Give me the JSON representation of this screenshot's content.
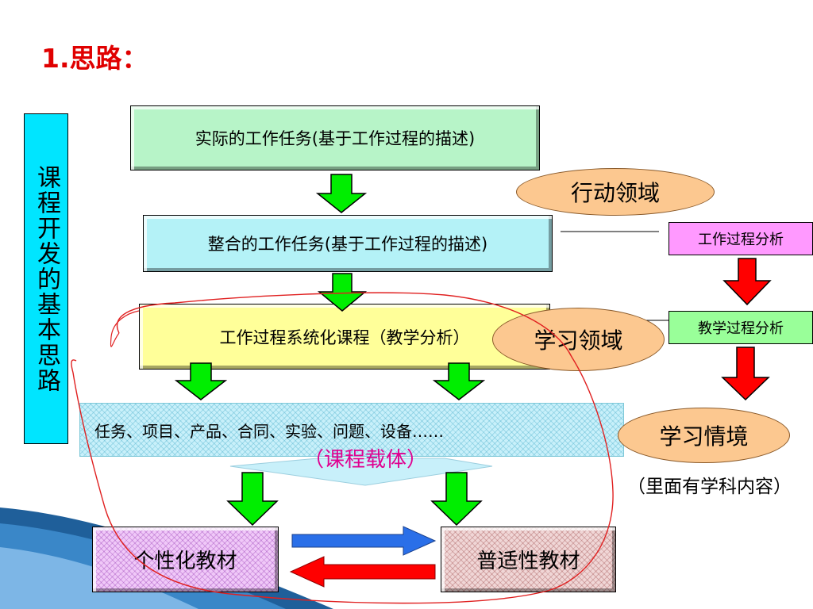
{
  "title": "1.思路：",
  "vertical_label": "课程开发的基本思路",
  "boxes": {
    "task_actual": "实际的工作任务(基于工作过程的描述)",
    "task_integrated": "整合的工作任务(基于工作过程的描述)",
    "course_system": "工作过程系统化课程（教学分析）",
    "carriers": "任务、项目、产品、合同、实验、问题、设备……",
    "carrier_label": "（课程载体）",
    "personal_material": "个性化教材",
    "general_material": "普适性教材"
  },
  "ovals": {
    "action_field": "行动领域",
    "learning_field": "学习领域",
    "learning_situation": "学习情境"
  },
  "side_boxes": {
    "work_process_analysis": "工作过程分析",
    "teaching_process_analysis": "教学过程分析"
  },
  "note": "（里面有学科内容）",
  "colors": {
    "green_arrow": "#00ee00",
    "red_arrow": "#ff0000",
    "blue_arrow": "#2a6fe8",
    "title_red": "#e00000",
    "sidebar_cyan": "#00e5ff",
    "oval_fill": "#fcc890"
  }
}
